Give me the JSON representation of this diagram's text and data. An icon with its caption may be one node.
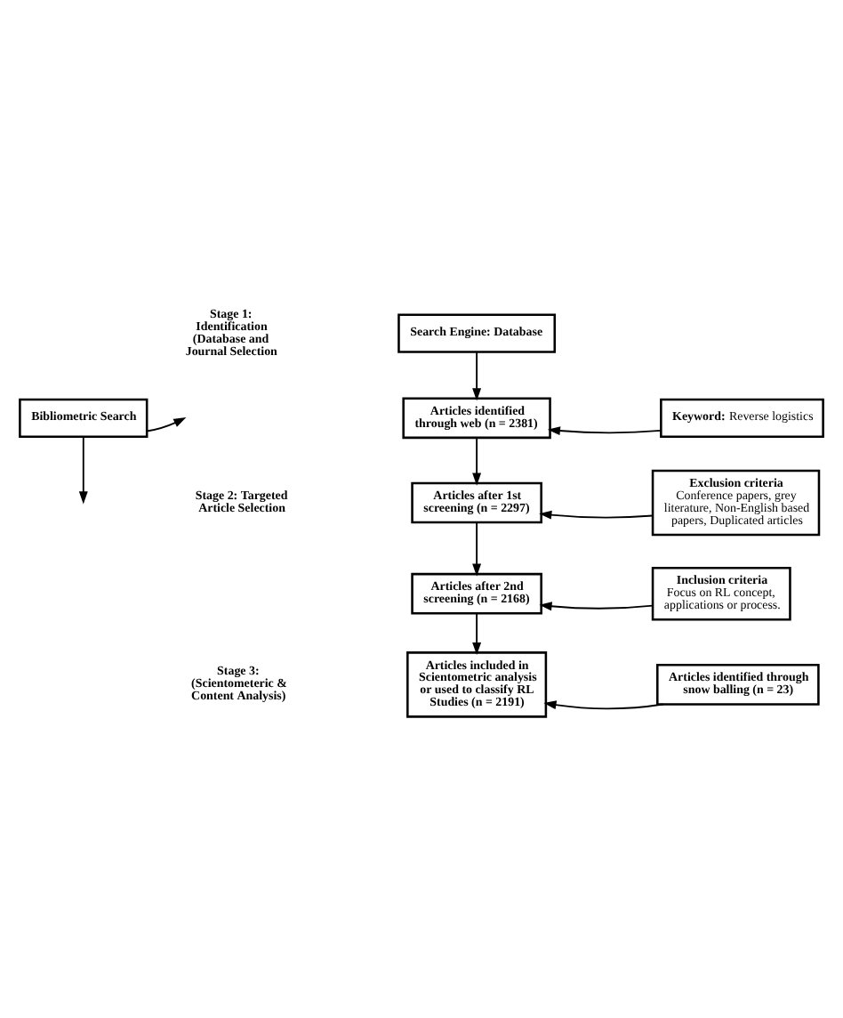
{
  "diagram": {
    "nodes": [
      {
        "text": [
          "Bibliometric Search"
        ]
      },
      {
        "text": [
          "Search Engine: Database"
        ]
      },
      {
        "text": [
          "**Keyword:** Reverse logistics"
        ]
      },
      {
        "text": [
          "Articles identified through web (n = 2381)"
        ]
      },
      {
        "text": [
          "Exclusion criteria",
          "Conference papers, grey literature, Non-English based papers, Duplicated articles"
        ]
      },
      {
        "text": [
          "Articles after 1st screening (n = 2297)"
        ]
      },
      {
        "text": [
          "Inclusion criteria",
          "Focus on RL concept, applications or process."
        ]
      },
      {
        "text": [
          "Articles after 2nd screening (n = 2168)"
        ]
      },
      {
        "text": [
          "Articles identified through snow balling (n = 23)"
        ]
      },
      {
        "text": [
          "Articles included in Scientometric analysis or used to classify RL Studies (n = 2191)"
        ]
      }
    ],
    "edges": [
      {
        "from": 0,
        "to": null,
        "arrow": "to"
      },
      {
        "from": 0,
        "to": null,
        "arrow": "to"
      },
      {
        "from": 1,
        "to": 3,
        "arrow": "to"
      },
      {
        "from": 2,
        "to": 3,
        "arrow": "to"
      },
      {
        "from": 3,
        "to": 5,
        "arrow": "to"
      },
      {
        "from": 4,
        "to": 5,
        "arrow": "to"
      },
      {
        "from": 5,
        "to": 7,
        "arrow": "to"
      },
      {
        "from": 6,
        "to": 7,
        "arrow": "to"
      },
      {
        "from": 7,
        "to": 9,
        "arrow": "to"
      },
      {
        "from": 8,
        "to": 9,
        "arrow": "to"
      }
    ],
    "labels": [
      "Stage 1: Identification (Database and Journal Selection",
      "Stage 2: Targeted Article Selection",
      "Stage 3: (Scientometeric & Content Analysis)"
    ]
  }
}
